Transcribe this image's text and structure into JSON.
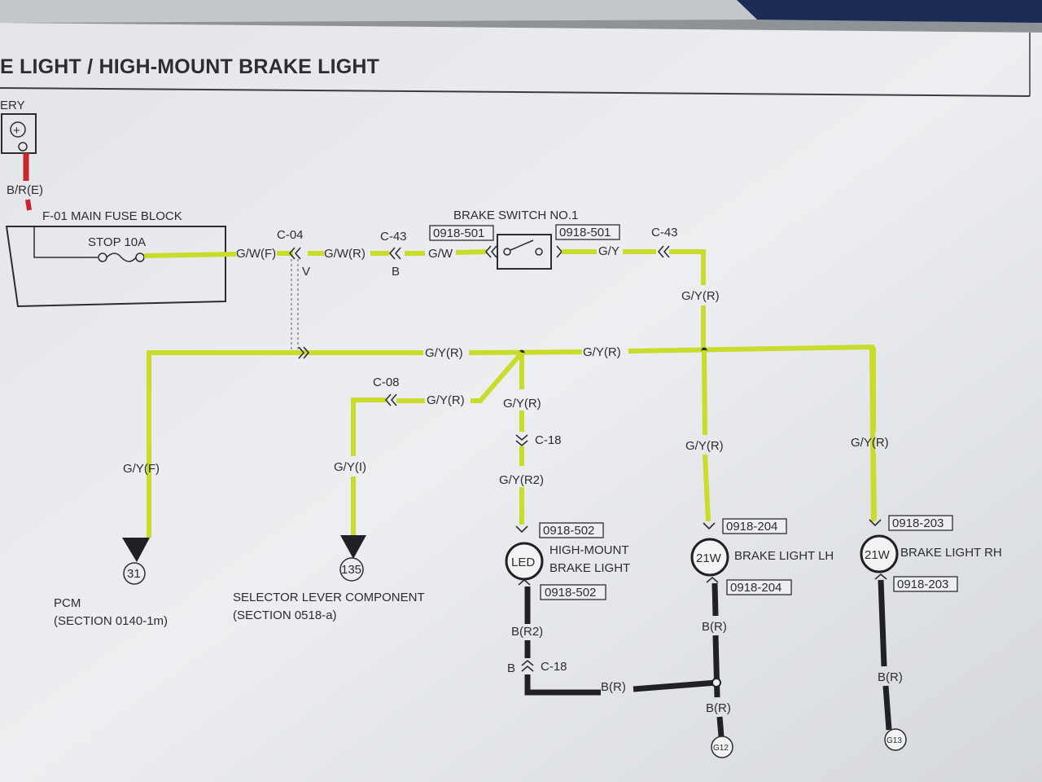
{
  "title": "E LIGHT / HIGH-MOUNT BRAKE LIGHT",
  "battery": {
    "label": "ERY",
    "plus_symbol": "+"
  },
  "wire_colors": {
    "yellow_green": "#c9dc2a",
    "black": "#1f2124",
    "red": "#c8262a"
  },
  "labels": {
    "b_r_e": "B/R(E)",
    "f01": "F-01 MAIN FUSE BLOCK",
    "stop_fuse": "STOP 10A",
    "c04": "C-04",
    "gw_f": "G/W(F)",
    "gw_r": "G/W(R)",
    "c43_a": "C-43",
    "c43_a_pin": "B",
    "gw": "G/W",
    "c04_v": "V",
    "brake_switch": "BRAKE SWITCH NO.1",
    "bs_conn_left": "0918-501",
    "bs_conn_right": "0918-501",
    "gy": "G/Y",
    "c43_b": "C-43",
    "gyr_vertical_top": "G/Y(R)",
    "gyr_bus_1": "G/Y(R)",
    "gyr_bus_2": "G/Y(R)",
    "c08": "C-08",
    "gyr_c08": "G/Y(R)",
    "gyr_hm": "G/Y(R)",
    "c18_top": "C-18",
    "gyr2": "G/Y(R2)",
    "gyf": "G/Y(F)",
    "gyi": "G/Y(I)",
    "gyr_lh": "G/Y(R)",
    "gyr_rh": "G/Y(R)",
    "conn_502_top": "0918-502",
    "conn_502_bottom": "0918-502",
    "conn_204_top": "0918-204",
    "conn_204_bottom": "0918-204",
    "conn_203_top": "0918-203",
    "conn_203_bottom": "0918-203",
    "led": "LED",
    "high_mount_1": "HIGH-MOUNT",
    "high_mount_2": "BRAKE LIGHT",
    "w21_lh": "21W",
    "w21_rh": "21W",
    "brake_lh": "BRAKE LIGHT LH",
    "brake_rh": "BRAKE LIGHT RH",
    "br2": "B(R2)",
    "b_pin": "B",
    "c18_bottom": "C-18",
    "br_join": "B(R)",
    "br_lh": "B(R)",
    "br_lh_lower": "B(R)",
    "br_rh": "B(R)",
    "ref31": "31",
    "ref135": "135",
    "pcm": "PCM",
    "pcm_section": "(SECTION 0140-1m)",
    "selector": "SELECTOR LEVER COMPONENT",
    "selector_section": "(SECTION 0518-a)",
    "g12": "G12",
    "g13": "G13"
  }
}
